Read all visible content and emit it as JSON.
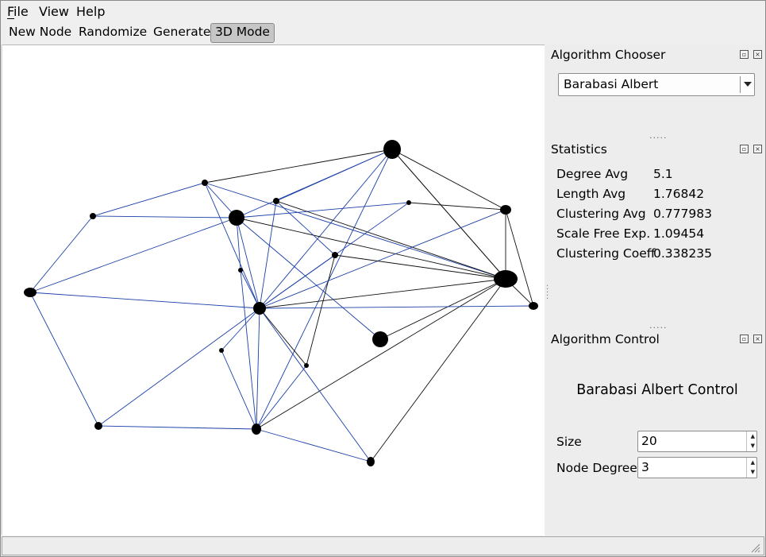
{
  "menu": {
    "file": "File",
    "view": "View",
    "help": "Help"
  },
  "toolbar": {
    "new_node": "New Node",
    "randomize": "Randomize",
    "generate": "Generate",
    "mode_3d": "3D Mode"
  },
  "graph": {
    "node_color": "#000000",
    "edge_color_blue": "#1a3fa8",
    "edge_color_black": "#111111"
  },
  "algorithm_chooser": {
    "title": "Algorithm Chooser",
    "selected": "Barabasi Albert"
  },
  "statistics": {
    "title": "Statistics",
    "rows": [
      {
        "label": "Degree Avg",
        "value": "5.1"
      },
      {
        "label": "Length Avg",
        "value": "1.76842"
      },
      {
        "label": "Clustering Avg",
        "value": "0.777983"
      },
      {
        "label": "Scale Free Exp.",
        "value": "1.09454"
      },
      {
        "label": "Clustering Coeff",
        "value": "0.338235"
      }
    ]
  },
  "algorithm_control": {
    "title": "Algorithm Control",
    "heading": "Barabasi Albert Control",
    "size_label": "Size",
    "size_value": "20",
    "degree_label": "Node Degree",
    "degree_value": "3"
  }
}
